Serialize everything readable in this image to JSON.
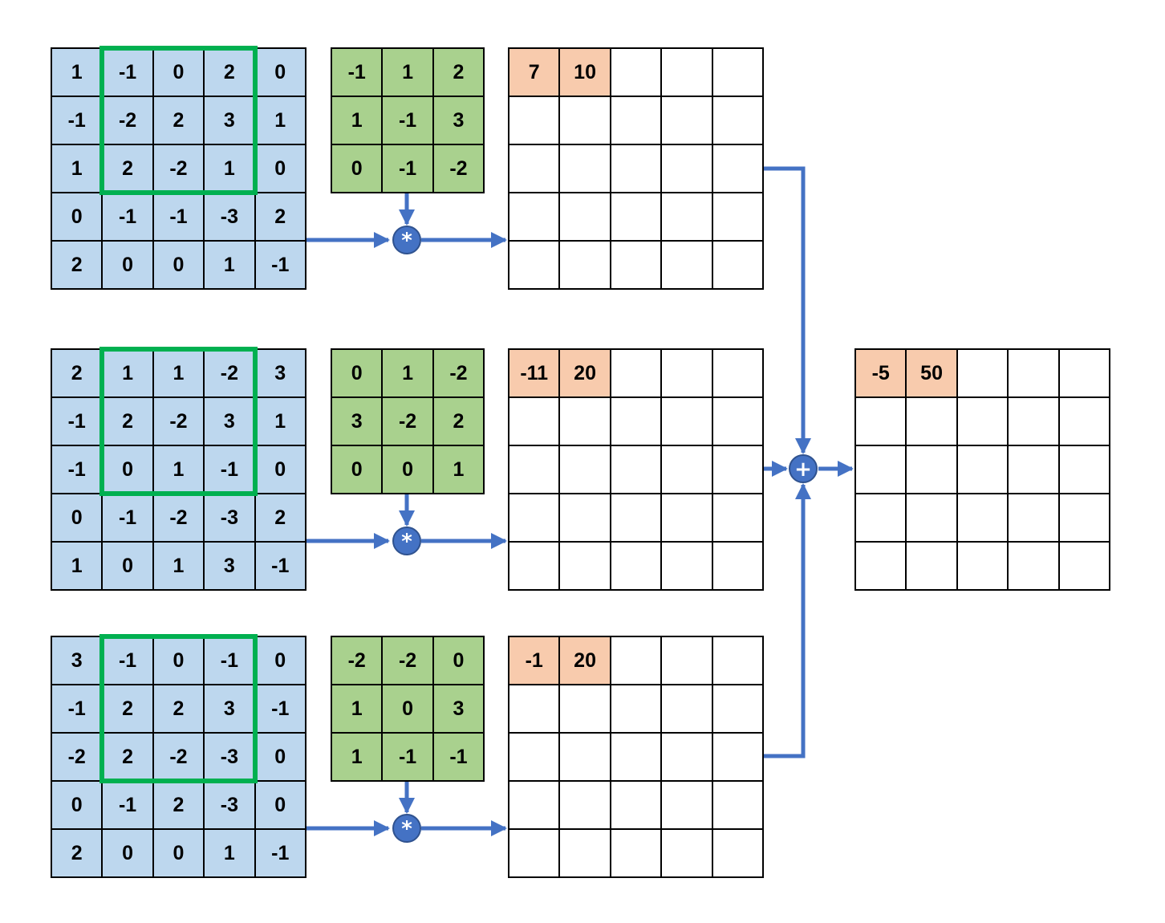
{
  "colors": {
    "input": "#bdd7ee",
    "kernel": "#a9d18e",
    "highlight": "#f8cbad",
    "window": "#00b050",
    "arrow": "#4472c4"
  },
  "channels": [
    {
      "input": [
        [
          "1",
          "-1",
          "0",
          "2",
          "0"
        ],
        [
          "-1",
          "-2",
          "2",
          "3",
          "1"
        ],
        [
          "1",
          "2",
          "-2",
          "1",
          "0"
        ],
        [
          "0",
          "-1",
          "-1",
          "-3",
          "2"
        ],
        [
          "2",
          "0",
          "0",
          "1",
          "-1"
        ]
      ],
      "kernel": [
        [
          "-1",
          "1",
          "2"
        ],
        [
          "1",
          "-1",
          "3"
        ],
        [
          "0",
          "-1",
          "-2"
        ]
      ],
      "output_first_row": [
        "7",
        "10"
      ]
    },
    {
      "input": [
        [
          "2",
          "1",
          "1",
          "-2",
          "3"
        ],
        [
          "-1",
          "2",
          "-2",
          "3",
          "1"
        ],
        [
          "-1",
          "0",
          "1",
          "-1",
          "0"
        ],
        [
          "0",
          "-1",
          "-2",
          "-3",
          "2"
        ],
        [
          "1",
          "0",
          "1",
          "3",
          "-1"
        ]
      ],
      "kernel": [
        [
          "0",
          "1",
          "-2"
        ],
        [
          "3",
          "-2",
          "2"
        ],
        [
          "0",
          "0",
          "1"
        ]
      ],
      "output_first_row": [
        "-11",
        "20"
      ]
    },
    {
      "input": [
        [
          "3",
          "-1",
          "0",
          "-1",
          "0"
        ],
        [
          "-1",
          "2",
          "2",
          "3",
          "-1"
        ],
        [
          "-2",
          "2",
          "-2",
          "-3",
          "0"
        ],
        [
          "0",
          "-1",
          "2",
          "-3",
          "0"
        ],
        [
          "2",
          "0",
          "0",
          "1",
          "-1"
        ]
      ],
      "kernel": [
        [
          "-2",
          "-2",
          "0"
        ],
        [
          "1",
          "0",
          "3"
        ],
        [
          "1",
          "-1",
          "-1"
        ]
      ],
      "output_first_row": [
        "-1",
        "20"
      ]
    }
  ],
  "sum_output_first_row": [
    "-5",
    "50"
  ],
  "operators": {
    "convolve": "*",
    "add": "+"
  }
}
